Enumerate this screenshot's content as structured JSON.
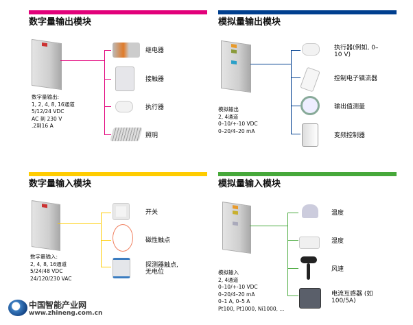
{
  "sections": [
    {
      "title": "数字量输出模块",
      "color": "#e2007a",
      "specs": [
        "数字量输出:",
        "1, 2, 4, 8, 16通道",
        "5/12/24 VDC",
        "AC 到 230 V",
        ".2到16 A"
      ],
      "devices": [
        "继电器",
        "接触器",
        "执行器",
        "照明"
      ]
    },
    {
      "title": "模拟量输出模块",
      "color": "#003f8f",
      "specs": [
        "模拟输出",
        "2, 4通道",
        "0–10/+-10 VDC",
        "0–20/4–20 mA"
      ],
      "devices": [
        "执行器(例如, 0–10 V)",
        "控制电子镇流器",
        "输出值测量",
        "变频控制器"
      ]
    },
    {
      "title": "数字量输入模块",
      "color": "#ffcc00",
      "specs": [
        "数字量输入:",
        "2, 4, 8, 16通道",
        "5/24/48 VDC",
        "24/120/230 VAC"
      ],
      "devices": [
        "开关",
        "磁性触点",
        "探测器触点, 无电位"
      ]
    },
    {
      "title": "模拟量输入模块",
      "color": "#46a83a",
      "specs": [
        "模拟输入",
        "2, 4通道",
        "0–10/+-10 VDC",
        "0–20/4–20 mA",
        "0–1 A, 0–5 A",
        "Pt100, Pt1000, Ni1000, ..."
      ],
      "devices": [
        "温度",
        "湿度",
        "风速",
        "电流互感器 (如 100/5A)"
      ]
    }
  ],
  "logo": {
    "name": "中国智能产业网",
    "url": "www.zhineng.com.cn"
  }
}
